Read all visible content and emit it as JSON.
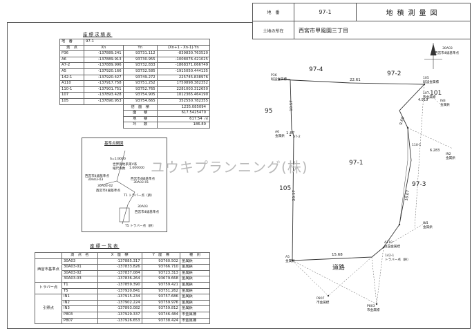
{
  "title_block": {
    "chiban_label": "地　番",
    "chiban_value": "97-1",
    "doc_title": "地積測量図",
    "location_label": "土地の所在",
    "location_value": "西宮市甲風園三丁目"
  },
  "area_table": {
    "caption": "座標求積表",
    "chiban_label": "地　番",
    "chiban_value": "97-1",
    "headers": [
      "測　点",
      "Xn",
      "Yn",
      "(Xn+1 - Xn-1)·Yn"
    ],
    "rows": [
      [
        "P36",
        "-137889.241",
        "93731.112",
        "-839830.763520"
      ],
      [
        "A6",
        "-137889.913",
        "93730.955",
        "-1008076.421025"
      ],
      [
        "A7-2",
        "-137889.996",
        "93732.833",
        "-1868371.066749"
      ],
      [
        "A5",
        "-137920.166",
        "93732.585",
        "-1915050.444135"
      ],
      [
        "142-1",
        "-137920.427",
        "93749.272",
        "225745.838976"
      ],
      [
        "A110",
        "-137917.758",
        "93751.252",
        "1750898.382352"
      ],
      [
        "110-1",
        "-137901.751",
        "93752.765",
        "2281003.312650"
      ],
      [
        "107",
        "-137893.428",
        "93754.905",
        "1012365.464190"
      ],
      [
        "105",
        "-137890.953",
        "93754.665",
        "352550.782355"
      ]
    ],
    "sum_rows": [
      {
        "label": "倍　面　積",
        "value": "1235.085094",
        "unit": ""
      },
      {
        "label": "面　　積",
        "value": "617.5425470",
        "unit": ""
      },
      {
        "label": "地　　積",
        "value": "617.54",
        "unit": "㎡"
      },
      {
        "label": "坪　　数",
        "value": "186.80",
        "unit": ""
      }
    ]
  },
  "base_map": {
    "title": "基準点網図",
    "scale": "S=1/3000",
    "coord_note": "世界測地系第Ⅴ系",
    "factor_label": "縮尺係数",
    "factor_value": "1.000000",
    "labels": [
      "西宮市4級基準点",
      "30A03-03",
      "西宮市4級基準点",
      "30A03-01",
      "30A03-02",
      "西宮市4級基準点",
      "T1 トラバー点（鋲）",
      "30A03",
      "西宮市4級基準点",
      "T5 トラバー点（鋲）"
    ]
  },
  "coord_list": {
    "caption": "座標一覧表",
    "headers": [
      "",
      "測　点　名",
      "X　座　標",
      "Y　座　標",
      "種　別"
    ],
    "groups": [
      {
        "group": "西宮市基準点",
        "rows": [
          [
            "30A03",
            "-137885.317",
            "93760.502",
            "金属鋲"
          ],
          [
            "30A03-01",
            "-137833.826",
            "93766.710",
            "金属鋲"
          ],
          [
            "30A03-02",
            "-137837.084",
            "93723.313",
            "金属鋲"
          ],
          [
            "30A03-03",
            "-137836.264",
            "93679.668",
            "金属鋲"
          ]
        ]
      },
      {
        "group": "トラバー点",
        "rows": [
          [
            "T1",
            "-137859.390",
            "93759.421",
            "金属鋲"
          ],
          [
            "T5",
            "-137920.841",
            "93751.262",
            "金属鋲"
          ]
        ]
      },
      {
        "group": "引照点",
        "rows": [
          [
            "IN1",
            "-137915.234",
            "93757.686",
            "金属鋲"
          ],
          [
            "IN2",
            "-137902.224",
            "93759.976",
            "金属鋲"
          ],
          [
            "IN3",
            "-137893.082",
            "93759.812",
            "金属鋲"
          ],
          [
            "P803",
            "-137929.337",
            "93746.484",
            "市金属標"
          ],
          [
            "P807",
            "-137926.653",
            "93738.424",
            "市金属標"
          ]
        ]
      }
    ]
  },
  "survey": {
    "parcels": [
      "97-4",
      "97-2",
      "95",
      "97-1",
      "97-3",
      "105",
      "101",
      "道路"
    ],
    "distances": [
      "22.61",
      "10.57",
      "1.87",
      "20.17",
      "15.68",
      "16.07",
      "9.60",
      "6.283",
      "4.919"
    ],
    "point_labels": [
      {
        "name": "P36",
        "desc": "既設金属標"
      },
      {
        "name": "A6",
        "desc": "金属鋲"
      },
      {
        "name": "A7-2",
        "desc": ""
      },
      {
        "name": "105",
        "desc": "既設金属標"
      },
      {
        "name": "IN3",
        "desc": "金属鋲"
      },
      {
        "name": "110-1",
        "desc": ""
      },
      {
        "name": "IN2",
        "desc": "金属鋲"
      },
      {
        "name": "IN1",
        "desc": "金属鋲"
      },
      {
        "name": "A110",
        "desc": "既設金属標"
      },
      {
        "name": "142-1",
        "desc": "トラバー点（鋲）"
      },
      {
        "name": "A5",
        "desc": "金属鋲"
      },
      {
        "name": "P807",
        "desc": "市金属標"
      },
      {
        "name": "P803",
        "desc": "市金属標"
      },
      {
        "name": "107",
        "desc": "市金属標"
      }
    ],
    "north_point": "30A03",
    "north_desc": "西宮市4級基準点"
  },
  "watermark": "ユウキプランニング(株)",
  "colors": {
    "ink": "#222222",
    "line": "#555555",
    "watermark": "#b9b9b9"
  }
}
